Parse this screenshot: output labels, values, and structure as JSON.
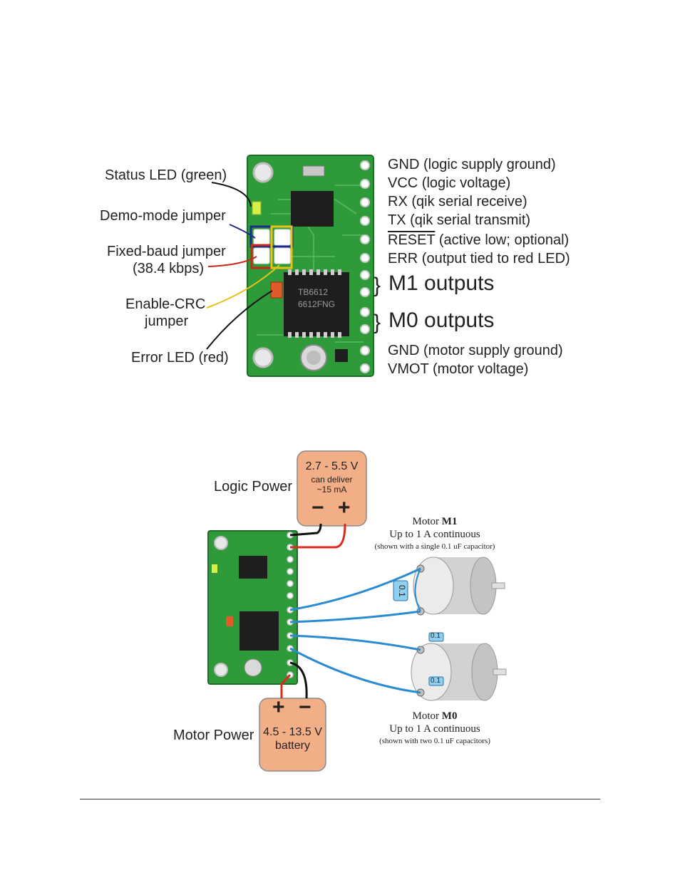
{
  "top_figure": {
    "left_labels": {
      "status_led": "Status LED (green)",
      "demo_mode": "Demo-mode jumper",
      "fixed_baud_1": "Fixed-baud jumper",
      "fixed_baud_2": "(38.4 kbps)",
      "enable_crc_1": "Enable-CRC",
      "enable_crc_2": "jumper",
      "error_led": "Error LED (red)"
    },
    "right_labels": {
      "gnd": "GND (logic supply ground)",
      "vcc": "VCC (logic voltage)",
      "rx": "RX (qik serial receive)",
      "tx": "TX (qik serial transmit)",
      "reset_name": "RESET",
      "reset_desc": " (active low; optional)",
      "err": "ERR (output tied to red LED)",
      "m1_outputs": "M1 outputs",
      "m0_outputs": "M0 outputs",
      "gnd_motor": "GND (motor supply ground)",
      "vmot": "VMOT (motor voltage)"
    },
    "chip_marking": [
      "TB6612",
      "6612FNG"
    ]
  },
  "bottom_figure": {
    "logic_power_label": "Logic Power",
    "logic_box": {
      "voltage": "2.7 - 5.5 V",
      "line2": "can deliver",
      "line3": "~15 mA",
      "minus": "−",
      "plus": "+"
    },
    "motor_power_label": "Motor Power",
    "motor_box": {
      "voltage": "4.5 - 13.5 V",
      "line2": "battery",
      "plus": "+",
      "minus": "−"
    },
    "motor_m1": {
      "title_prefix": "Motor ",
      "title_bold": "M1",
      "line2": "Up to 1 A continuous",
      "line3": "(shown with a single 0.1 uF capacitor)",
      "cap_label": "0.1"
    },
    "motor_m0": {
      "title_prefix": "Motor ",
      "title_bold": "M0",
      "line2": "Up to 1 A continuous",
      "line3": "(shown with two 0.1 uF capacitors)",
      "cap_label_1": "0.1",
      "cap_label_2": "0.1"
    },
    "colors": {
      "box_fill": "#f2ae86",
      "wire_blue": "#2a8bd0",
      "wire_red": "#d62b1e",
      "wire_black": "#111111",
      "pcb_green": "#2f9a3a"
    }
  }
}
